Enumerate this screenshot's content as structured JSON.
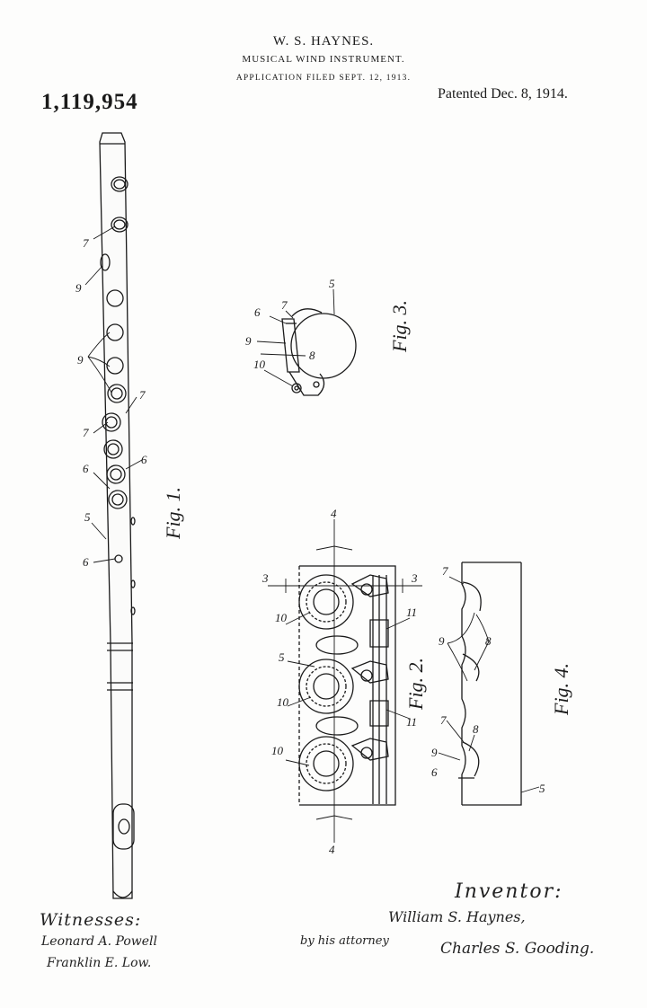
{
  "header": {
    "inventor": "W. S. HAYNES.",
    "title": "MUSICAL WIND INSTRUMENT.",
    "application": "APPLICATION FILED SEPT. 12, 1913.",
    "patent_number": "1,119,954",
    "patented": "Patented Dec. 8, 1914."
  },
  "figures": {
    "fig1": "Fig. 1.",
    "fig2": "Fig. 2.",
    "fig3": "Fig. 3.",
    "fig4": "Fig. 4."
  },
  "labels": {
    "n3": "3",
    "n4": "4",
    "n5": "5",
    "n6": "6",
    "n7": "7",
    "n8": "8",
    "n9": "9",
    "n10": "10",
    "n11": "11"
  },
  "signatures": {
    "witnesses_heading": "Witnesses:",
    "witness_1": "Leonard A. Powell",
    "witness_2": "Franklin E. Low.",
    "inventor_heading": "Inventor:",
    "inventor_name": "William S. Haynes,",
    "by_attorney": "by his attorney",
    "attorney_name": "Charles S. Gooding."
  }
}
